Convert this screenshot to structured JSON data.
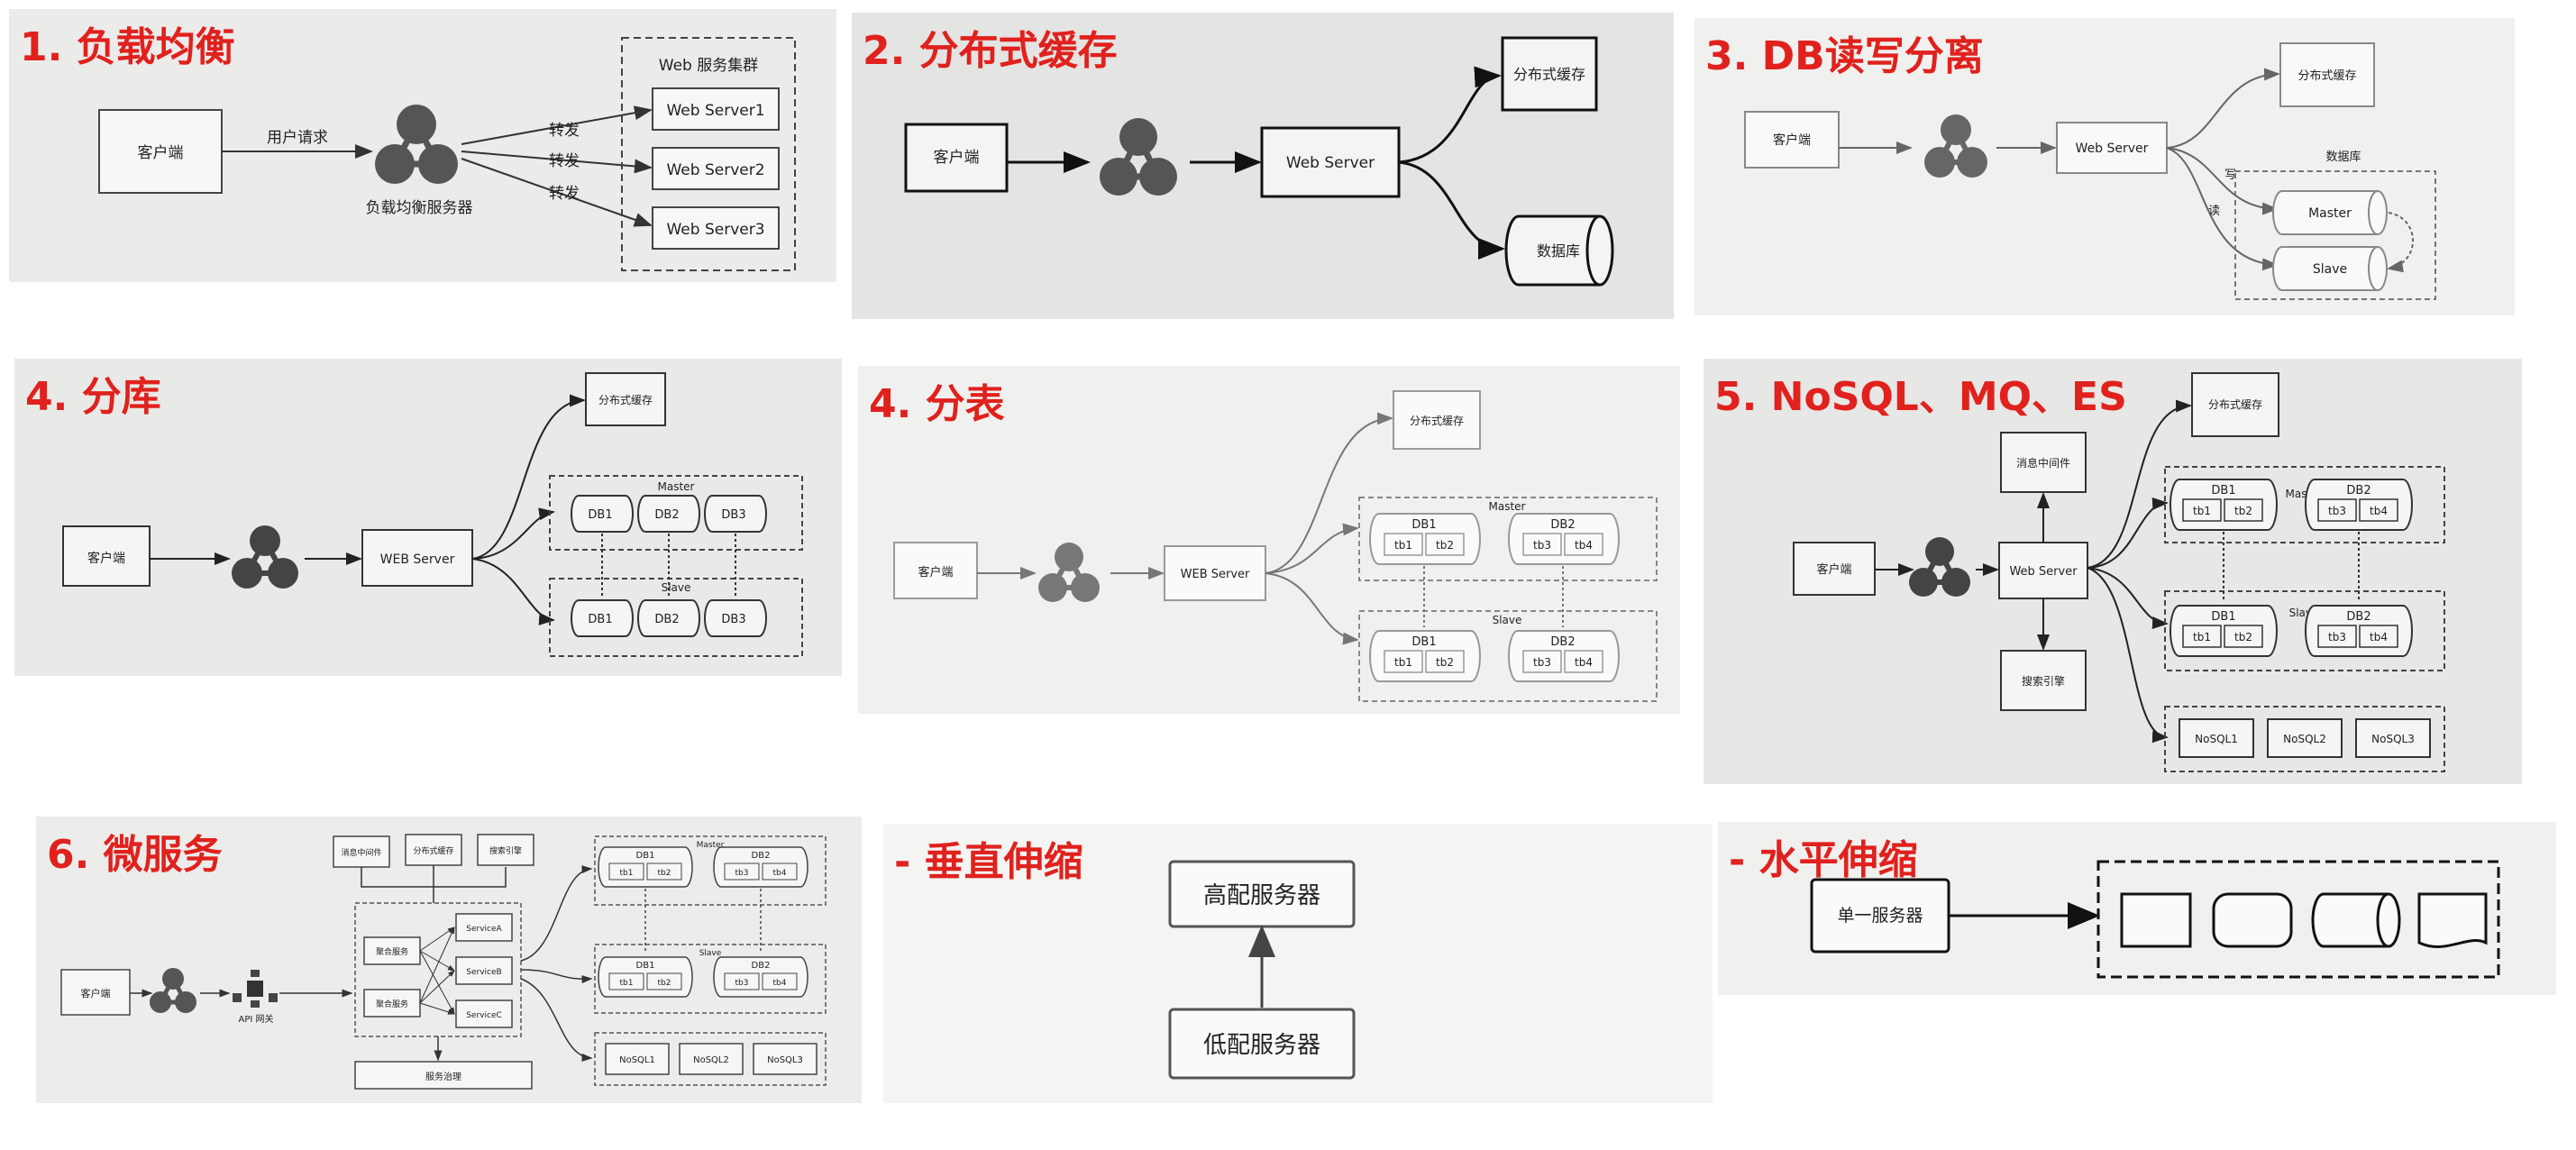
{
  "colors": {
    "title": "#e0211d",
    "paper": "#ececea",
    "ink": "#222222",
    "node": "#555555"
  },
  "panels": [
    {
      "id": "p1",
      "title": "1. 负载均衡",
      "client": "客户端",
      "request_label": "用户请求",
      "lb_label": "负载均衡服务器",
      "cluster_label": "Web 服务集群",
      "forward_label": "转发",
      "servers": [
        "Web Server1",
        "Web Server2",
        "Web Server3"
      ]
    },
    {
      "id": "p2",
      "title": "2. 分布式缓存",
      "client": "客户端",
      "web": "Web Server",
      "cache": "分布式缓存",
      "db": "数据库"
    },
    {
      "id": "p3",
      "title": "3. DB读写分离",
      "client": "客户端",
      "web": "Web Server",
      "cache": "分布式缓存",
      "db_group": "数据库",
      "write": "写",
      "read": "读",
      "master": "Master",
      "slave": "Slave"
    },
    {
      "id": "p4a",
      "title": "4. 分库",
      "client": "客户端",
      "web": "WEB Server",
      "cache": "分布式缓存",
      "master": "Master",
      "slave": "Slave",
      "dbs": [
        "DB1",
        "DB2",
        "DB3"
      ]
    },
    {
      "id": "p4b",
      "title": "4. 分表",
      "client": "客户端",
      "web": "WEB Server",
      "cache": "分布式缓存",
      "master": "Master",
      "slave": "Slave",
      "dbs": [
        "DB1",
        "DB2"
      ],
      "tables": [
        "tb1",
        "tb2",
        "tb3",
        "tb4"
      ]
    },
    {
      "id": "p5",
      "title": "5. NoSQL、MQ、ES",
      "client": "客户端",
      "web": "Web Server",
      "mq": "消息中间件",
      "search": "搜索引擎",
      "cache": "分布式缓存",
      "master": "Master",
      "slave": "Slave",
      "dbs": [
        "DB1",
        "DB2"
      ],
      "tables": [
        "tb1",
        "tb2",
        "tb3",
        "tb4"
      ],
      "nosql": [
        "NoSQL1",
        "NoSQL2",
        "NoSQL3"
      ]
    },
    {
      "id": "p6",
      "title": "6. 微服务",
      "client": "客户端",
      "gateway": "API 网关",
      "top": [
        "消息中间件",
        "分布式缓存",
        "搜索引擎"
      ],
      "agg": [
        "聚合服务",
        "聚合服务"
      ],
      "services": [
        "ServiceA",
        "ServiceB",
        "ServiceC"
      ],
      "governance": "服务治理",
      "master": "Master",
      "slave": "Slave",
      "dbs": [
        "DB1",
        "DB2"
      ],
      "tables": [
        "tb1",
        "tb2",
        "tb3",
        "tb4"
      ],
      "nosql": [
        "NoSQL1",
        "NoSQL2",
        "NoSQL3"
      ]
    },
    {
      "id": "p7",
      "title": "- 垂直伸缩",
      "high": "高配服务器",
      "low": "低配服务器"
    },
    {
      "id": "p8",
      "title": "- 水平伸缩",
      "single": "单一服务器"
    }
  ]
}
